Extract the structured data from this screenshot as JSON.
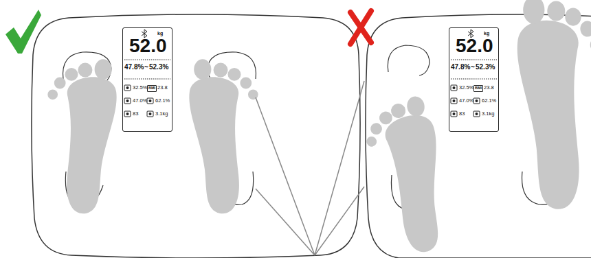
{
  "diagram": {
    "nodes": [
      {
        "text": [
          "kg",
          "52.0",
          "47.8%",
          "~",
          "52.3%",
          "32.5%",
          "BMI",
          "23.8",
          "47.0%",
          "62.1%",
          "83",
          "3.1kg"
        ]
      },
      {
        "text": [
          "kg",
          "52.0",
          "47.8%",
          "~",
          "52.3%",
          "32.5%",
          "BMI",
          "23.8",
          "47.0%",
          "62.1%",
          "83",
          "3.1kg"
        ]
      }
    ]
  }
}
